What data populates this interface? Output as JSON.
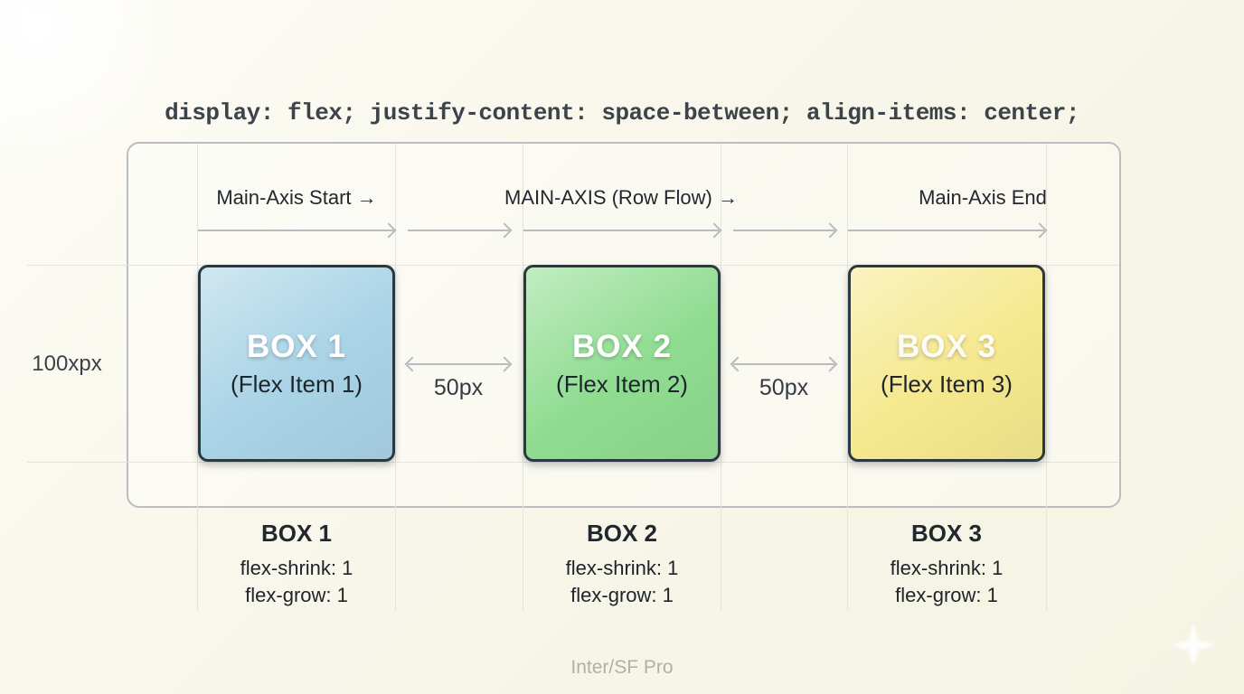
{
  "title": {
    "code": "display: flex; justify-content: space-between; align-items: center;"
  },
  "axis": {
    "start_label": "Main-Axis Start →",
    "flow_label": "MAIN-AXIS (Row Flow) →",
    "end_label": "Main-Axis End"
  },
  "side": {
    "height_label": "100xpx"
  },
  "boxes": [
    {
      "label": "BOX 1",
      "sublabel": "(Flex Item 1)",
      "fill": "#a9d3e6"
    },
    {
      "label": "BOX 2",
      "sublabel": "(Flex Item 2)",
      "fill": "#8fdc90"
    },
    {
      "label": "BOX 3",
      "sublabel": "(Flex Item 3)",
      "fill": "#f6e88e"
    }
  ],
  "gaps": [
    {
      "label": "50px"
    },
    {
      "label": "50px"
    }
  ],
  "specs": [
    {
      "title": "BOX 1",
      "lines": [
        "flex-shrink: 1",
        "flex-grow: 1"
      ]
    },
    {
      "title": "BOX 2",
      "lines": [
        "flex-shrink: 1",
        "flex-grow: 1"
      ]
    },
    {
      "title": "BOX 3",
      "lines": [
        "flex-shrink: 1",
        "flex-grow: 1"
      ]
    }
  ],
  "footer": {
    "label": "Inter/SF Pro"
  },
  "colors": {
    "background": "#f7f5e7",
    "container_border": "#b9bec0",
    "box_border": "#2b3840",
    "arrow": "#b7bcbe",
    "text_dark": "#21282e",
    "code_text": "#3c434a",
    "footer_text": "#b1b0a2",
    "box1_fill": "#a9d3e6",
    "box2_fill": "#8fdc90",
    "box3_fill": "#f6e88e"
  }
}
